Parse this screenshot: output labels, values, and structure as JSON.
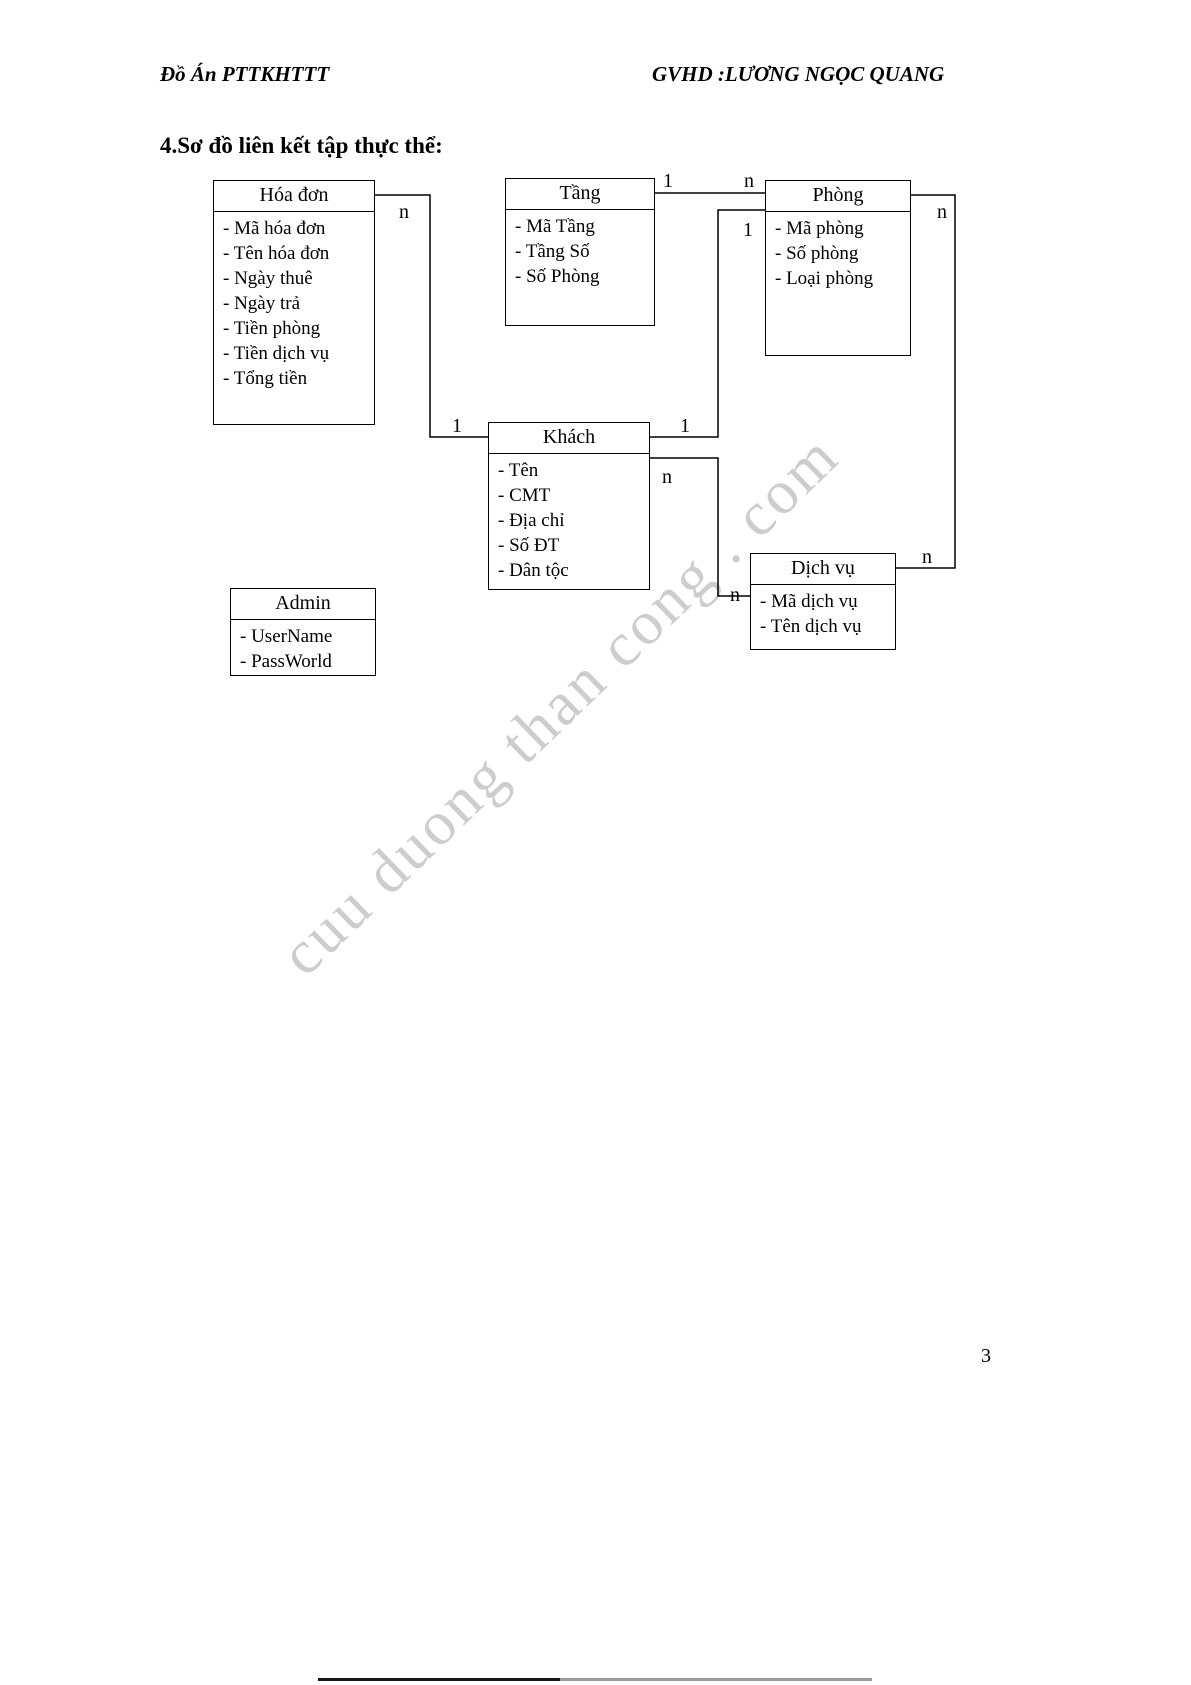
{
  "page": {
    "header_left": "Đồ Án PTTKHTTT",
    "header_right": "GVHD :LƯƠNG NGỌC QUANG",
    "section_title": "4.Sơ đồ liên kết tập thực thể:",
    "page_number": "3",
    "watermark": "cuu duong than cong . com"
  },
  "diagram": {
    "entities": [
      {
        "name": "Hóa đơn",
        "attributes": [
          "- Mã hóa đơn",
          "- Tên hóa đơn",
          "- Ngày thuê",
          "- Ngày trả",
          "- Tiền phòng",
          "- Tiền dịch vụ",
          "- Tổng tiền"
        ]
      },
      {
        "name": "Tầng",
        "attributes": [
          "- Mã Tầng",
          "- Tầng Số",
          "- Số Phòng"
        ]
      },
      {
        "name": "Phòng",
        "attributes": [
          "- Mã phòng",
          "- Số phòng",
          "- Loại phòng"
        ]
      },
      {
        "name": "Khách",
        "attributes": [
          "- Tên",
          "- CMT",
          "- Địa chỉ",
          "- Số ĐT",
          "- Dân tộc"
        ]
      },
      {
        "name": "Dịch vụ",
        "attributes": [
          "- Mã dịch vụ",
          "- Tên dịch vụ"
        ]
      },
      {
        "name": "Admin",
        "attributes": [
          "- UserName",
          "- PassWorld"
        ]
      }
    ],
    "cardinalities": [
      {
        "relation": "hoa-don-khach",
        "end": "hoa-don",
        "label": "n"
      },
      {
        "relation": "hoa-don-khach",
        "end": "khach",
        "label": "1"
      },
      {
        "relation": "tang-phong",
        "end": "tang",
        "label": "1"
      },
      {
        "relation": "tang-phong",
        "end": "phong",
        "label": "n"
      },
      {
        "relation": "phong-khach",
        "end": "phong",
        "label": "1"
      },
      {
        "relation": "phong-khach",
        "end": "khach",
        "label": "1"
      },
      {
        "relation": "khach-dich-vu",
        "end": "khach",
        "label": "n"
      },
      {
        "relation": "khach-dich-vu",
        "end": "dich-vu",
        "label": "n"
      },
      {
        "relation": "phong-dich-vu",
        "end": "phong",
        "label": "n"
      },
      {
        "relation": "phong-dich-vu",
        "end": "dich-vu",
        "label": "n"
      }
    ]
  }
}
